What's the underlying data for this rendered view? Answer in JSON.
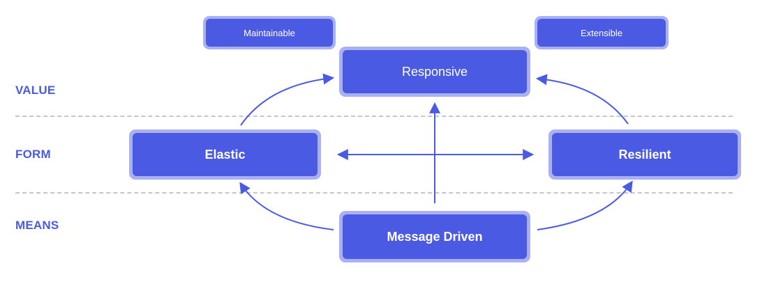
{
  "rows": {
    "value": "VALUE",
    "form": "FORM",
    "means": "MEANS"
  },
  "nodes": {
    "maintainable": "Maintainable",
    "extensible": "Extensible",
    "responsive": "Responsive",
    "elastic": "Elastic",
    "resilient": "Resilient",
    "message_driven": "Message Driven"
  },
  "colors": {
    "accent": "#4a5ae3",
    "node_border": "#a9b1f2",
    "divider": "#c5c5cc"
  }
}
